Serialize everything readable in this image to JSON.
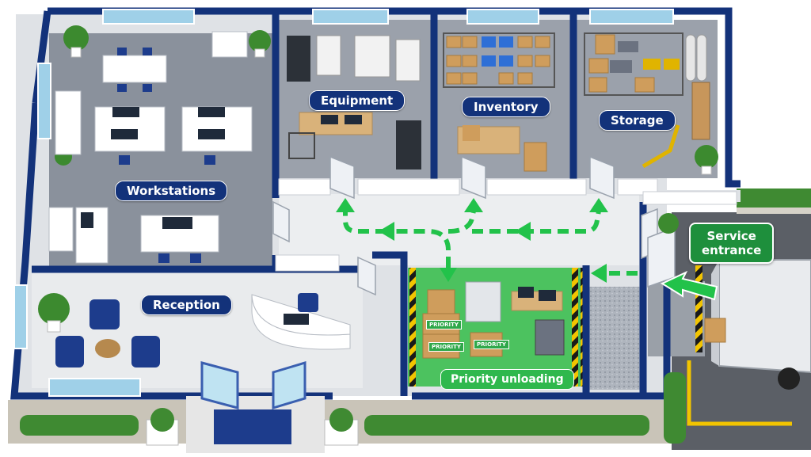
{
  "zones": {
    "workstations": "Workstations",
    "equipment": "Equipment",
    "inventory": "Inventory",
    "storage": "Storage",
    "reception": "Reception",
    "priority_unloading": "Priority unloading",
    "service_entrance_line1": "Service",
    "service_entrance_line2": "entrance"
  },
  "pallet_tags": [
    "PRIORITY",
    "PRIORITY",
    "PRIORITY"
  ],
  "colors": {
    "wall_blue": "#13327a",
    "flow_arrow_green": "#22c24a",
    "priority_zone_green": "#4cc25f",
    "label_blue": "#13327a",
    "service_label_green": "#1e8f3c"
  }
}
